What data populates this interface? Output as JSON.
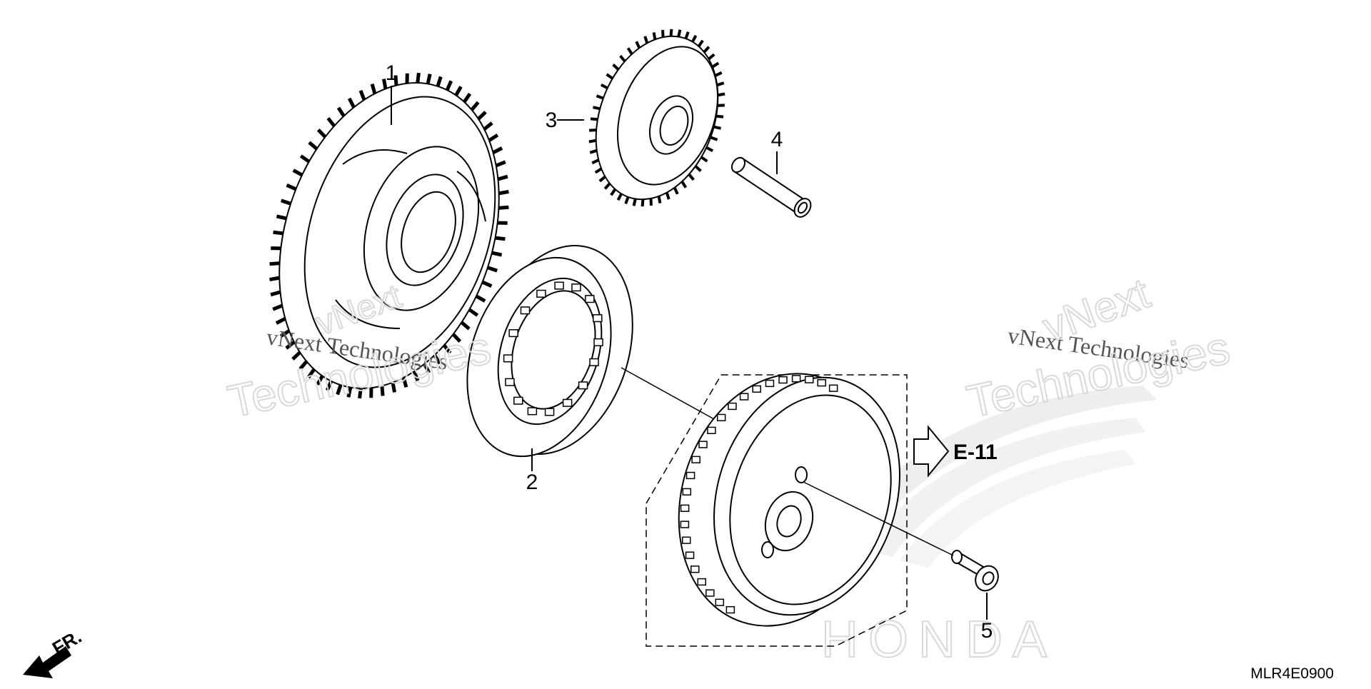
{
  "diagram": {
    "parts": [
      {
        "ref": "1"
      },
      {
        "ref": "2"
      },
      {
        "ref": "3"
      },
      {
        "ref": "4"
      },
      {
        "ref": "5"
      }
    ],
    "reference": {
      "label": "E-11"
    },
    "front_indicator": {
      "label": "FR."
    },
    "diagram_code": "MLR4E0900"
  },
  "watermarks": {
    "left_small": "vNext Technologies",
    "left_big": "Technologies",
    "left_arc": "vNext",
    "right_small": "vNext Technologies",
    "right_big": "Technologies",
    "right_arc": "vNext",
    "brand": "HONDA"
  }
}
